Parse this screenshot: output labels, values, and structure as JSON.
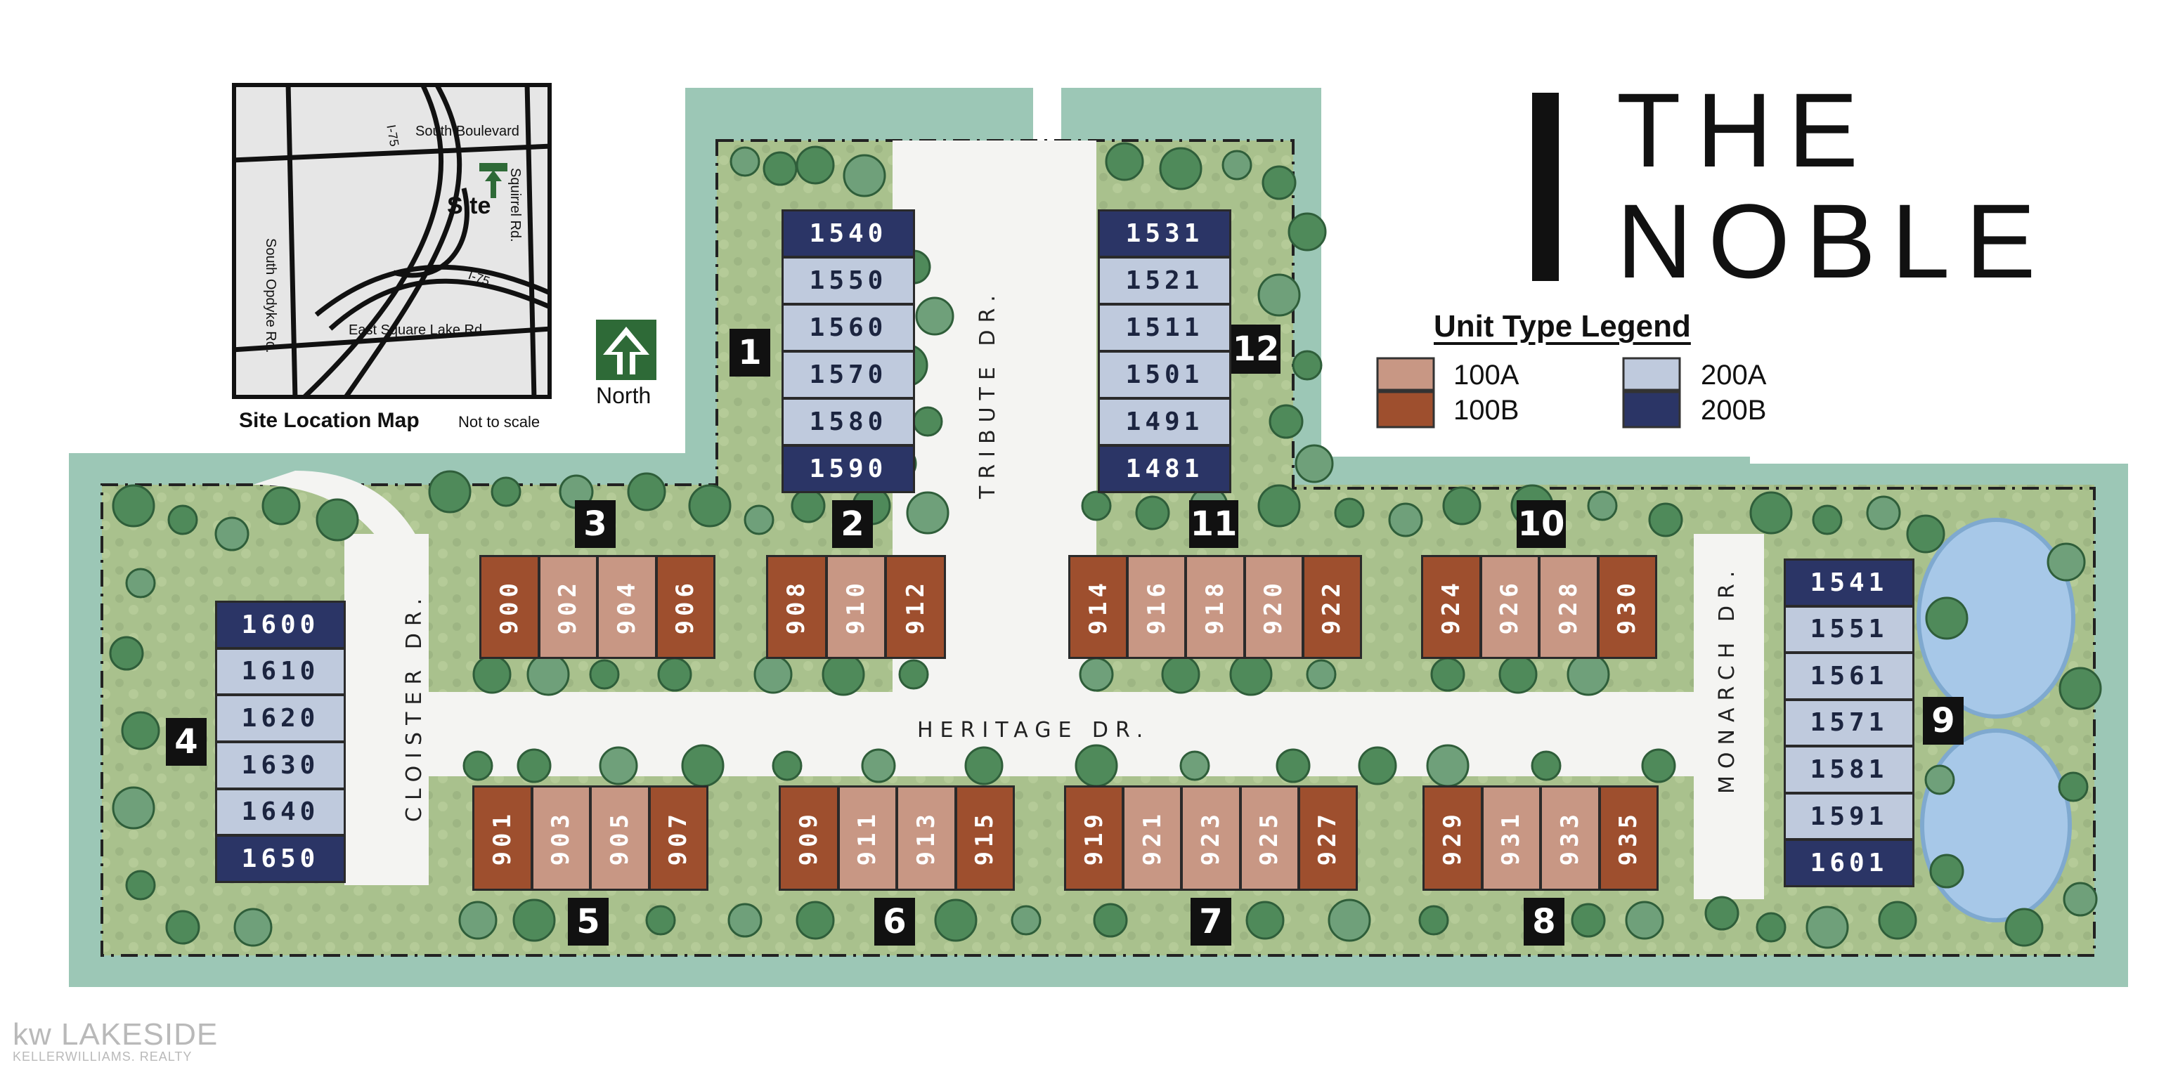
{
  "title": {
    "line1": "THE",
    "line2": "NOBLE"
  },
  "legend": {
    "heading": "Unit Type Legend",
    "items": [
      {
        "label": "100A",
        "color": "#c89784"
      },
      {
        "label": "100B",
        "color": "#9e4f2e"
      },
      {
        "label": "200A",
        "color": "#bfcadd"
      },
      {
        "label": "200B",
        "color": "#2b3566"
      }
    ]
  },
  "north_label": "North",
  "site_map": {
    "caption": "Site Location Map",
    "scale_note": "Not to scale",
    "site_label": "Site",
    "roads": [
      "South Boulevard",
      "South Opdyke Rd.",
      "Squirrel Rd.",
      "East Square Lake Rd.",
      "I-75",
      "I-75"
    ]
  },
  "streets": {
    "tribute": "TRIBUTE DR.",
    "heritage": "HERITAGE DR.",
    "cloister": "CLOISTER DR.",
    "monarch": "MONARCH DR."
  },
  "buildings": [
    {
      "id": "1",
      "units": [
        {
          "n": "1540",
          "t": "200B"
        },
        {
          "n": "1550",
          "t": "200A"
        },
        {
          "n": "1560",
          "t": "200A"
        },
        {
          "n": "1570",
          "t": "200A"
        },
        {
          "n": "1580",
          "t": "200A"
        },
        {
          "n": "1590",
          "t": "200B"
        }
      ]
    },
    {
      "id": "12",
      "units": [
        {
          "n": "1531",
          "t": "200B"
        },
        {
          "n": "1521",
          "t": "200A"
        },
        {
          "n": "1511",
          "t": "200A"
        },
        {
          "n": "1501",
          "t": "200A"
        },
        {
          "n": "1491",
          "t": "200A"
        },
        {
          "n": "1481",
          "t": "200B"
        }
      ]
    },
    {
      "id": "4",
      "units": [
        {
          "n": "1600",
          "t": "200B"
        },
        {
          "n": "1610",
          "t": "200A"
        },
        {
          "n": "1620",
          "t": "200A"
        },
        {
          "n": "1630",
          "t": "200A"
        },
        {
          "n": "1640",
          "t": "200A"
        },
        {
          "n": "1650",
          "t": "200B"
        }
      ]
    },
    {
      "id": "9",
      "units": [
        {
          "n": "1541",
          "t": "200B"
        },
        {
          "n": "1551",
          "t": "200A"
        },
        {
          "n": "1561",
          "t": "200A"
        },
        {
          "n": "1571",
          "t": "200A"
        },
        {
          "n": "1581",
          "t": "200A"
        },
        {
          "n": "1591",
          "t": "200A"
        },
        {
          "n": "1601",
          "t": "200B"
        }
      ]
    },
    {
      "id": "3",
      "units": [
        {
          "n": "900",
          "t": "100B"
        },
        {
          "n": "902",
          "t": "100A"
        },
        {
          "n": "904",
          "t": "100A"
        },
        {
          "n": "906",
          "t": "100B"
        }
      ]
    },
    {
      "id": "2",
      "units": [
        {
          "n": "908",
          "t": "100B"
        },
        {
          "n": "910",
          "t": "100A"
        },
        {
          "n": "912",
          "t": "100B"
        }
      ]
    },
    {
      "id": "11",
      "units": [
        {
          "n": "914",
          "t": "100B"
        },
        {
          "n": "916",
          "t": "100A"
        },
        {
          "n": "918",
          "t": "100A"
        },
        {
          "n": "920",
          "t": "100A"
        },
        {
          "n": "922",
          "t": "100B"
        }
      ]
    },
    {
      "id": "10",
      "units": [
        {
          "n": "924",
          "t": "100B"
        },
        {
          "n": "926",
          "t": "100A"
        },
        {
          "n": "928",
          "t": "100A"
        },
        {
          "n": "930",
          "t": "100B"
        }
      ]
    },
    {
      "id": "5",
      "units": [
        {
          "n": "901",
          "t": "100B"
        },
        {
          "n": "903",
          "t": "100A"
        },
        {
          "n": "905",
          "t": "100A"
        },
        {
          "n": "907",
          "t": "100B"
        }
      ]
    },
    {
      "id": "6",
      "units": [
        {
          "n": "909",
          "t": "100B"
        },
        {
          "n": "911",
          "t": "100A"
        },
        {
          "n": "913",
          "t": "100A"
        },
        {
          "n": "915",
          "t": "100B"
        }
      ]
    },
    {
      "id": "7",
      "units": [
        {
          "n": "919",
          "t": "100B"
        },
        {
          "n": "921",
          "t": "100A"
        },
        {
          "n": "923",
          "t": "100A"
        },
        {
          "n": "925",
          "t": "100A"
        },
        {
          "n": "927",
          "t": "100B"
        }
      ]
    },
    {
      "id": "8",
      "units": [
        {
          "n": "929",
          "t": "100B"
        },
        {
          "n": "931",
          "t": "100A"
        },
        {
          "n": "933",
          "t": "100A"
        },
        {
          "n": "935",
          "t": "100B"
        }
      ]
    }
  ],
  "branding": {
    "main": "kw LAKESIDE",
    "sub": "KELLERWILLIAMS. REALTY"
  }
}
